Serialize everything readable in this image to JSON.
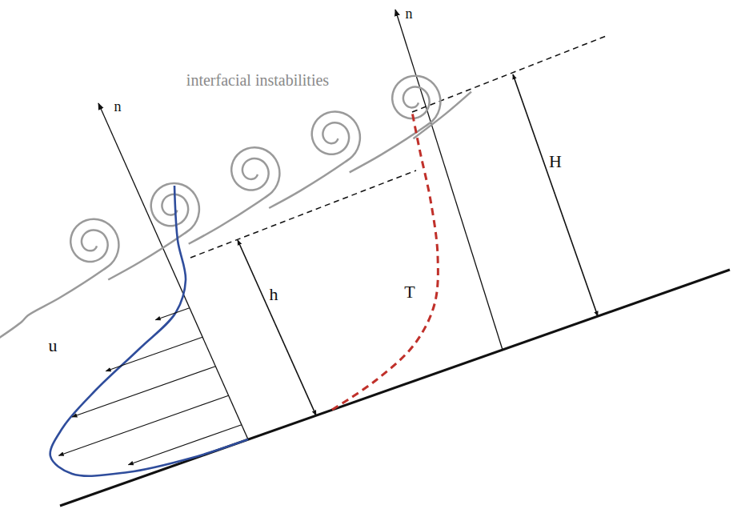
{
  "diagram": {
    "labels": [
      "n",
      "interfacial instabilities",
      "n",
      "h",
      "T",
      "H",
      "u"
    ]
  }
}
